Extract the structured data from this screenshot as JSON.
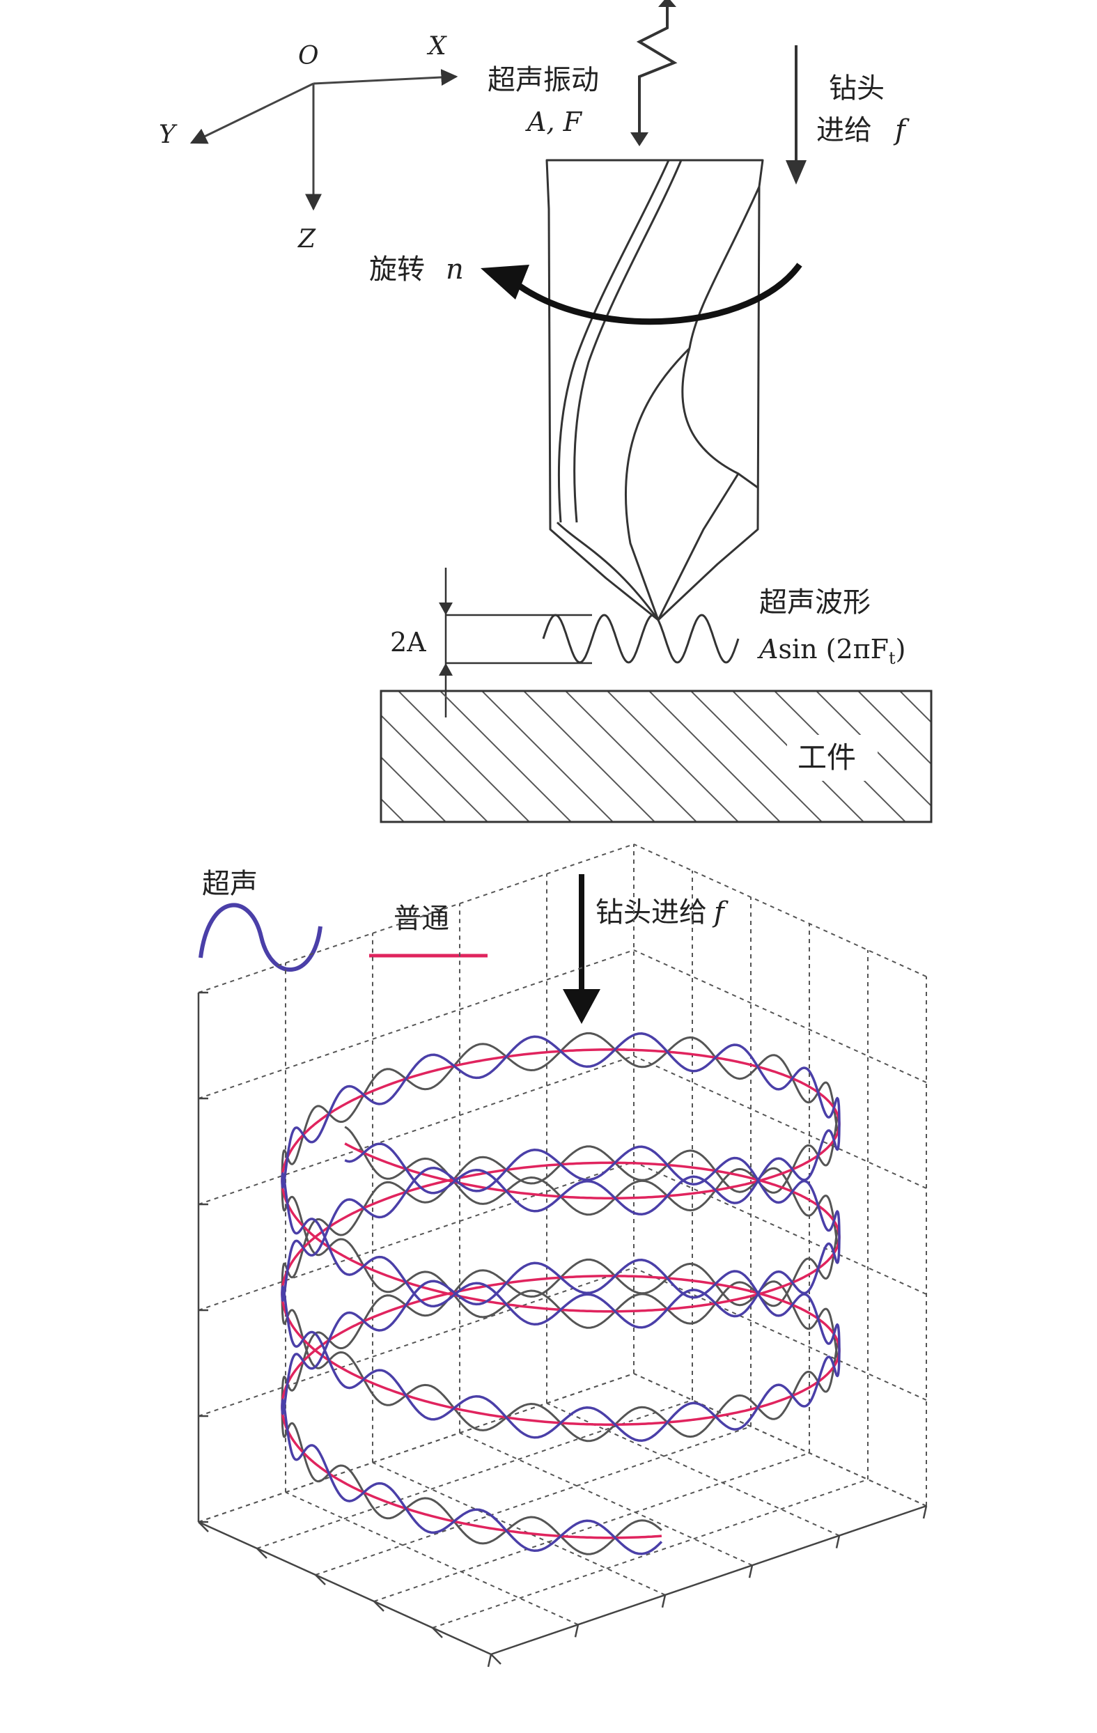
{
  "axes": {
    "origin": "O",
    "x": "X",
    "y": "Y",
    "z": "Z"
  },
  "labels": {
    "ultrasonic_vibration": "超声振动",
    "vibration_params": "A, F",
    "drill_feed_line1": "钻头",
    "drill_feed_line2": "进给",
    "feed_symbol": "f",
    "rotation": "旋转",
    "rotation_symbol": "n",
    "waveform_title": "超声波形",
    "waveform_formula_a": "A",
    "waveform_formula_b": "sin (2πF",
    "waveform_formula_sub": "t",
    "waveform_formula_c": ")",
    "amplitude": "2A",
    "workpiece": "工件",
    "bottom_feed": "钻头进给",
    "bottom_feed_symbol": "f"
  },
  "legend": {
    "ultrasonic": "超声",
    "ordinary": "普通"
  },
  "colors": {
    "ultrasonic_path": "#4a3fa8",
    "ordinary_path": "#e0245e",
    "secondary_path": "#555555",
    "ink": "#222222",
    "grid": "#555555"
  }
}
